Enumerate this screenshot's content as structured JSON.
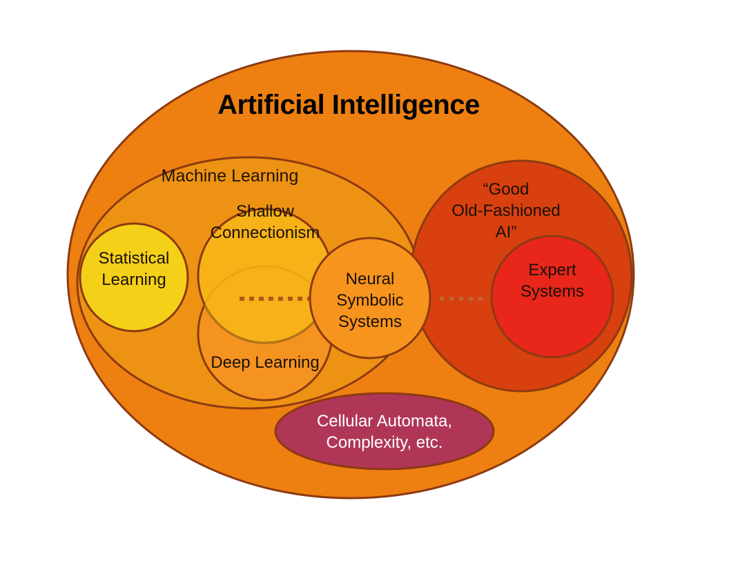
{
  "diagram": {
    "title": "Artificial Intelligence",
    "type": "venn-euler-diagram",
    "background_color": "#ffffff",
    "stroke_color": "#8C3A10",
    "nodes": [
      {
        "id": "artificial-intelligence",
        "label": "Artificial Intelligence",
        "shape": "ellipse",
        "fill": "#EE8012",
        "text_color": "#050505",
        "level": 0
      },
      {
        "id": "machine-learning",
        "label": "Machine Learning",
        "shape": "ellipse",
        "fill": "#EE9214",
        "text_color": "#20140a",
        "level": 1
      },
      {
        "id": "good-old-fashioned-ai",
        "label": "“Good\nOld-Fashioned\nAI”",
        "label_lines": [
          "“Good",
          "Old-Fashioned",
          "AI”"
        ],
        "shape": "ellipse",
        "fill": "#D8400F",
        "text_color": "#1a1008",
        "level": 1
      },
      {
        "id": "statistical-learning",
        "label": "Statistical\nLearning",
        "label_lines": [
          "Statistical",
          "Learning"
        ],
        "shape": "circle",
        "fill": "#F5D019",
        "text_color": "#1a1008",
        "level": 2
      },
      {
        "id": "shallow-connectionism",
        "label": "Shallow\nConnectionism",
        "label_lines": [
          "Shallow",
          "Connectionism"
        ],
        "shape": "circle",
        "fill": "#F7B718",
        "text_color": "#1a1008",
        "level": 2
      },
      {
        "id": "deep-learning",
        "label": "Deep Learning",
        "label_lines": [
          "Deep Learning"
        ],
        "shape": "circle",
        "fill": "#F59321",
        "text_color": "#1a1008",
        "level": 2
      },
      {
        "id": "neural-symbolic-systems",
        "label": "Neural\nSymbolic\nSystems",
        "label_lines": [
          "Neural",
          "Symbolic",
          "Systems"
        ],
        "shape": "circle",
        "fill": "#F7941E",
        "text_color": "#1a1008",
        "level": 2
      },
      {
        "id": "expert-systems",
        "label": "Expert\nSystems",
        "label_lines": [
          "Expert",
          "Systems"
        ],
        "shape": "circle",
        "fill": "#E8261A",
        "text_color": "#1a1008",
        "level": 2
      },
      {
        "id": "cellular-automata",
        "label": "Cellular Automata,\nComplexity, etc.",
        "label_lines": [
          "Cellular Automata,",
          "Complexity, etc."
        ],
        "shape": "ellipse",
        "fill": "#AF3657",
        "text_color": "#ffffff",
        "level": 1
      }
    ],
    "connectors": [
      {
        "id": "connector-left",
        "from": "shallow-connectionism-deep-learning-overlap",
        "to": "neural-symbolic-systems",
        "style": "dotted",
        "color": "#B3561B"
      },
      {
        "id": "connector-right",
        "from": "neural-symbolic-systems",
        "to": "expert-systems",
        "style": "dotted",
        "color": "#BE6A3A"
      }
    ],
    "labels": {
      "title": "Artificial Intelligence",
      "machine_learning": "Machine Learning",
      "gofai_line1": "“Good",
      "gofai_line2": "Old-Fashioned",
      "gofai_line3": "AI”",
      "statistical_line1": "Statistical",
      "statistical_line2": "Learning",
      "shallow_line1": "Shallow",
      "shallow_line2": "Connectionism",
      "deep_learning": "Deep Learning",
      "neural_line1": "Neural",
      "neural_line2": "Symbolic",
      "neural_line3": "Systems",
      "expert_line1": "Expert",
      "expert_line2": "Systems",
      "cellular_line1": "Cellular Automata,",
      "cellular_line2": "Complexity, etc."
    }
  }
}
